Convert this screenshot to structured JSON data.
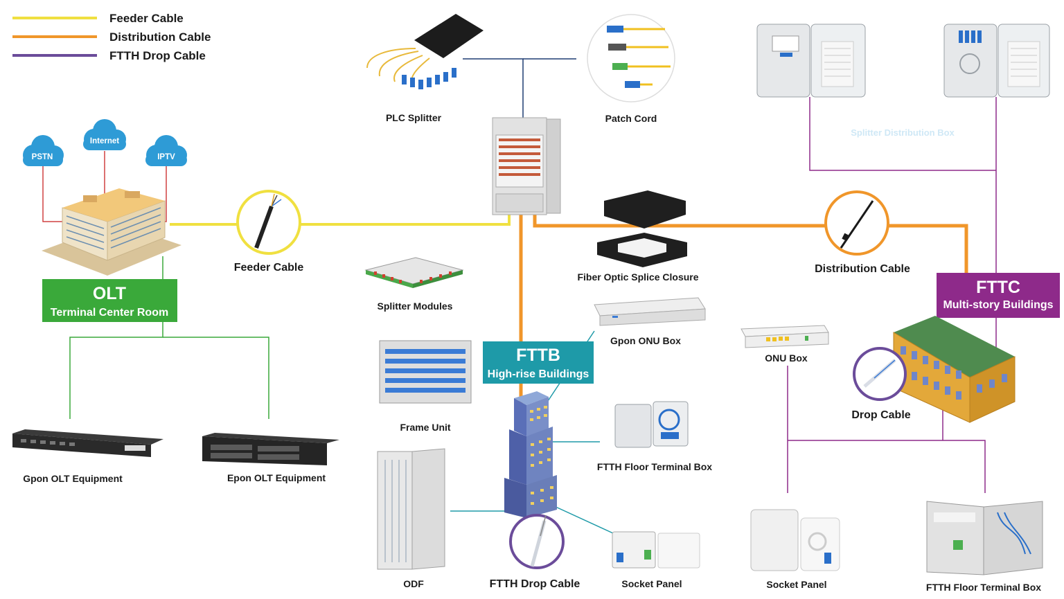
{
  "legend": {
    "feeder": "Feeder Cable",
    "distribution": "Distribution Cable",
    "drop": "FTTH Drop Cable"
  },
  "clouds": {
    "pstn": "PSTN",
    "internet": "Internet",
    "iptv": "IPTV"
  },
  "olt": {
    "title": "OLT",
    "subtitle": "Terminal Center Room"
  },
  "fttb": {
    "title": "FTTB",
    "subtitle": "High-rise Buildings"
  },
  "fttc": {
    "title": "FTTC",
    "subtitle": "Multi-story Buildings"
  },
  "labels": {
    "feeder_cable": "Feeder Cable",
    "plc_splitter": "PLC Splitter",
    "patch_cord": "Patch Cord",
    "splitter_distribution_box": "Splitter Distribution Box",
    "fiber_optic_splice_closure": "Fiber Optic Splice Closure",
    "distribution_cable": "Distribution Cable",
    "splitter_modules": "Splitter Modules",
    "frame_unit": "Frame Unit",
    "odf": "ODF",
    "ftth_drop_cable": "FTTH Drop Cable",
    "gpon_onu_box": "Gpon ONU Box",
    "ftth_floor_terminal_box_mid": "FTTH Floor Terminal Box",
    "socket_panel_mid": "Socket Panel",
    "onu_box": "ONU Box",
    "drop_cable": "Drop Cable",
    "socket_panel_right": "Socket Panel",
    "ftth_floor_terminal_box_right": "FTTH Floor Terminal Box",
    "gpon_olt_equipment": "Gpon OLT Equipment",
    "epon_olt_equipment": "Epon OLT Equipment"
  },
  "colors": {
    "feeder": "#f0e040",
    "distribution": "#f0962a",
    "drop": "#6b4c9a",
    "olt_green": "#3aa93a",
    "fttb_teal": "#1e9aa8",
    "fttc_purple": "#8e2a8a",
    "cloud_blue": "#2e9bd6",
    "splitter_box_label": "#cfe8f6"
  }
}
